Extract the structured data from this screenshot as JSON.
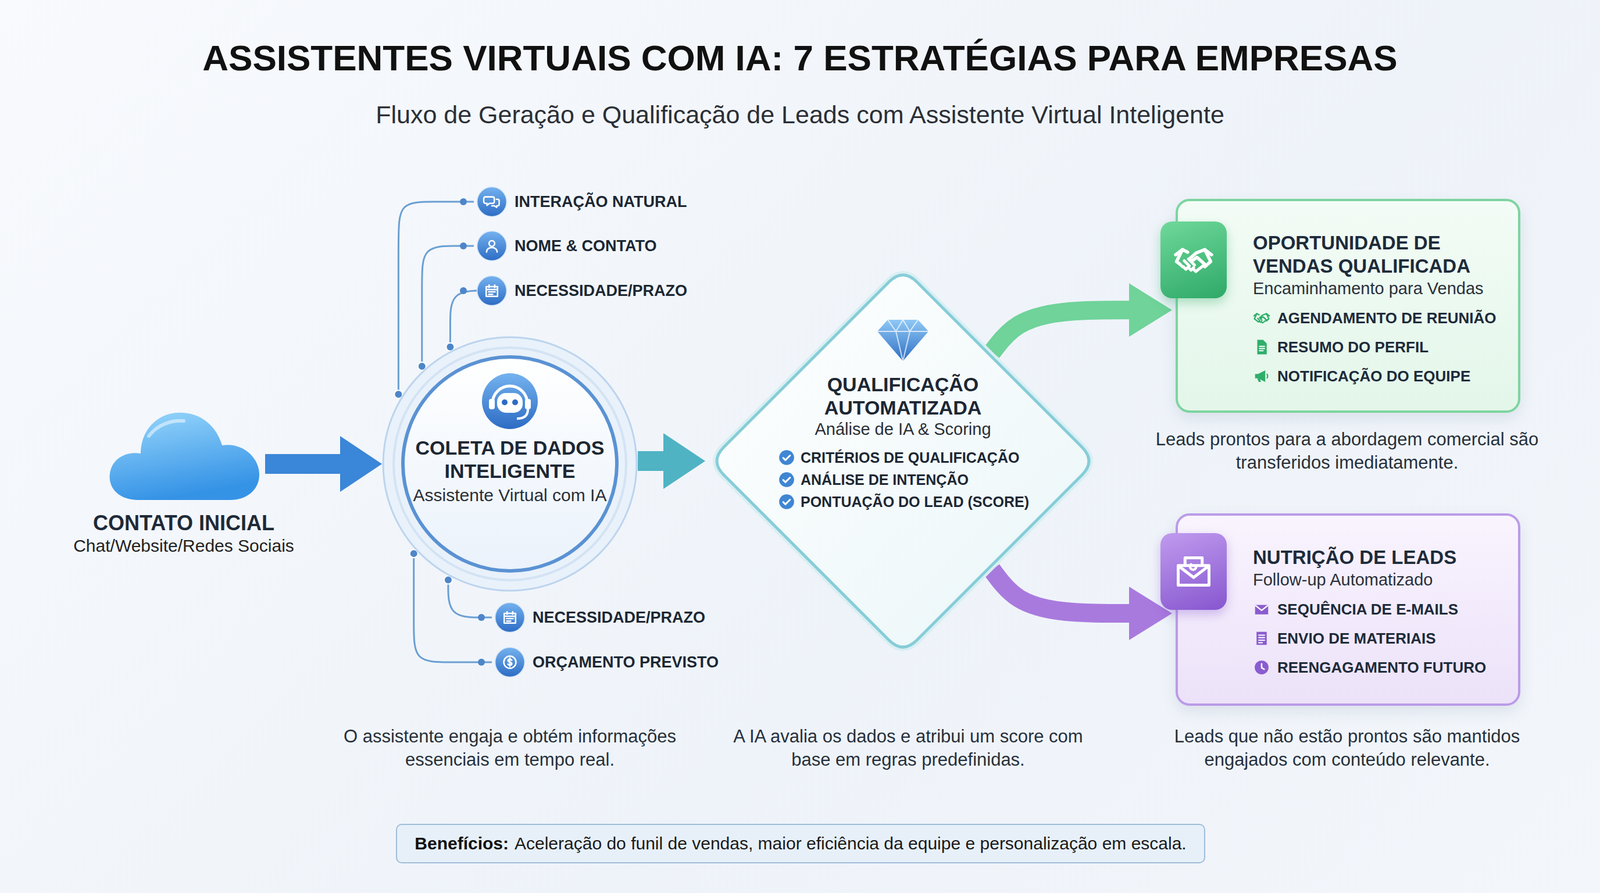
{
  "diagram": {
    "title": "ASSISTENTES VIRTUAIS COM IA: 7 ESTRATÉGIAS PARA EMPRESAS",
    "nodes": [
      {
        "text": [
          "CONTATO INICIAL",
          "Chat/Website/Redes Sociais"
        ]
      },
      {
        "text": [
          "COLETA DE DADOS INTELIGENTE",
          "Assistente Virtual com IA"
        ]
      },
      {
        "text": [
          "INTERAÇÃO NATURAL"
        ]
      },
      {
        "text": [
          "NOME & CONTATO"
        ]
      },
      {
        "text": [
          "NECESSIDADE/PRAZO"
        ]
      },
      {
        "text": [
          "NECESSIDADE/PRAZO"
        ]
      },
      {
        "text": [
          "ORÇAMENTO PREVISTO"
        ]
      },
      {
        "text": [
          "QUALIFICAÇÃO AUTOMATIZADA",
          "Análise de IA & Scoring",
          "CRITÉRIOS DE QUALIFICAÇÃO",
          "ANÁLISE DE INTENÇÃO",
          "PONTUAÇÃO DO LEAD (SCORE)"
        ]
      },
      {
        "text": [
          "OPORTUNIDADE DE VENDAS QUALIFICADA",
          "Encaminhamento para Vendas",
          "AGENDAMENTO DE REUNIÃO",
          "RESUMO DO PERFIL",
          "NOTIFICAÇÃO DO EQUIPE"
        ]
      },
      {
        "text": [
          "NUTRIÇÃO DE LEADS",
          "Follow-up Automatizado",
          "SEQUÊNCIA DE E-MAILS",
          "ENVIO DE MATERIAIS",
          "REENGAGAMENTO FUTURO"
        ]
      },
      {
        "text": [
          "Benefícios:",
          "Aceleração do funil de vendas, maior eficiência da equipe e personalização em escala."
        ]
      }
    ],
    "edges": [
      {
        "from": 0,
        "to": 1,
        "arrow": "to"
      },
      {
        "from": 1,
        "to": 2,
        "arrow": "none"
      },
      {
        "from": 1,
        "to": 3,
        "arrow": "none"
      },
      {
        "from": 1,
        "to": 4,
        "arrow": "none"
      },
      {
        "from": 1,
        "to": 5,
        "arrow": "none"
      },
      {
        "from": 1,
        "to": 6,
        "arrow": "none"
      },
      {
        "from": 1,
        "to": 7,
        "arrow": "to"
      },
      {
        "from": 7,
        "to": 8,
        "arrow": "to"
      },
      {
        "from": 7,
        "to": 9,
        "arrow": "to"
      }
    ],
    "labels": [
      "Fluxo de Geração e Qualificação de Leads com Assistente Virtual Inteligente",
      "O assistente engaja e obtém informações essenciais em tempo real.",
      "A IA avalia os dados e atribui um score com base em regras predefinidas.",
      "Leads prontos para a abordagem comercial são transferidos imediatamente.",
      "Leads que não estão prontos são mantidos engajados com conteúdo relevante."
    ]
  }
}
